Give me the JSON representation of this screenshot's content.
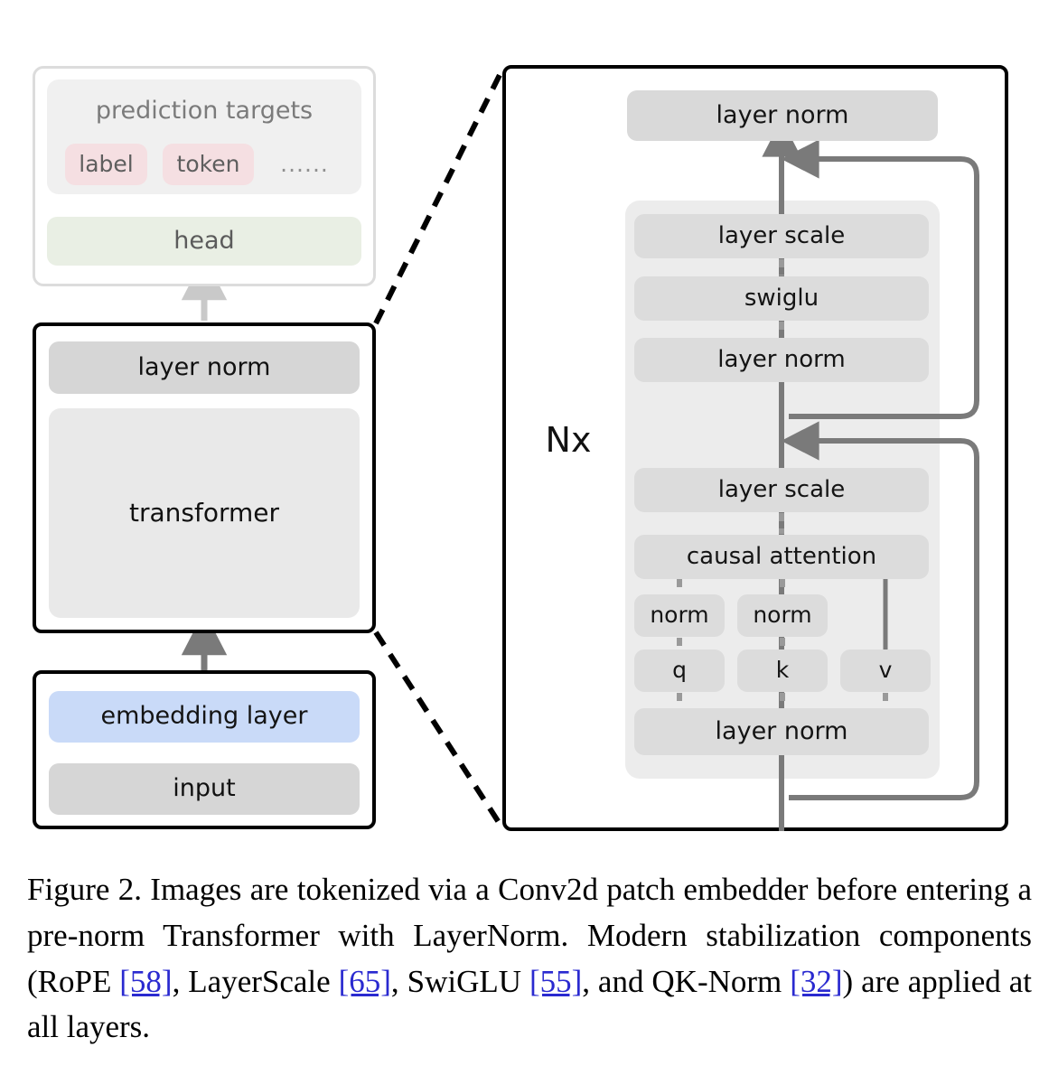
{
  "figure": {
    "caption_label": "Figure 2.",
    "caption_text_1": "  Images are tokenized via a Conv2d patch embedder before entering a pre-norm Transformer with LayerNorm. Modern stabilization components (RoPE ",
    "ref_58": "[58]",
    "caption_text_2": ", LayerScale ",
    "ref_65": "[65]",
    "caption_text_3": ", SwiGLU ",
    "ref_55": "[55]",
    "caption_text_4": ", and QK-Norm ",
    "ref_32": "[32]",
    "caption_text_5": ") are applied at all layers."
  },
  "left_panel": {
    "prediction_card": {
      "title": "prediction targets",
      "targets": [
        {
          "label": "label",
          "color": "#f5dfe2"
        },
        {
          "label": "token",
          "color": "#f5dfe2"
        }
      ],
      "ellipsis": "......",
      "head": {
        "label": "head",
        "color": "#e9efe4"
      }
    },
    "transformer_box": {
      "layer_norm": "layer norm",
      "transformer": "transformer"
    },
    "embedding_box": {
      "embedding_layer": {
        "label": "embedding layer",
        "color": "#c9daf8"
      },
      "input": "input"
    }
  },
  "detail_panel": {
    "repeat_label": "Nx",
    "output_layer_norm": "layer norm",
    "mlp_block": [
      "layer scale",
      "swiglu",
      "layer norm"
    ],
    "attention_block": {
      "layer_scale": "layer scale",
      "causal_attention": "causal attention",
      "qk_norm": [
        "norm",
        "norm"
      ],
      "projections": [
        "q",
        "k",
        "v"
      ],
      "input_layer_norm": "layer norm"
    }
  },
  "colors": {
    "chip_gray": "#d9d9d9",
    "chip_gray_dark": "#d6d6d6",
    "block_shade": "#ececec",
    "card_bg": "#f0f0f0",
    "pink": "#f5dfe2",
    "green": "#e9efe4",
    "blue": "#c9daf8",
    "arrow_gray": "#7a7a7a",
    "arrow_light": "#c9c9c9",
    "border_black": "#000000",
    "reference_link": "#2a2ad0"
  }
}
